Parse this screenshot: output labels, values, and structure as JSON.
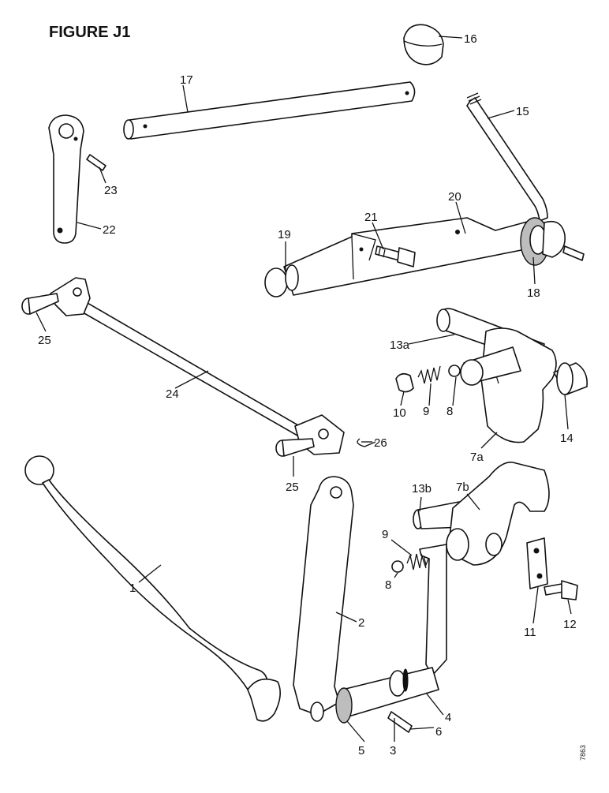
{
  "figure": {
    "title": "FIGURE J1",
    "code": "7863",
    "labels": {
      "l1": "1",
      "l2": "2",
      "l3": "3",
      "l4": "4",
      "l5": "5",
      "l6": "6",
      "l7a": "7a",
      "l7b": "7b",
      "l8a": "8",
      "l8b": "8",
      "l9a": "9",
      "l9b": "9",
      "l10": "10",
      "l11": "11",
      "l12": "12",
      "l13a": "13a",
      "l13b": "13b",
      "l14": "14",
      "l15": "15",
      "l16": "16",
      "l17": "17",
      "l18": "18",
      "l19": "19",
      "l20": "20",
      "l21": "21",
      "l22": "22",
      "l23": "23",
      "l24": "24",
      "l25a": "25",
      "l25b": "25",
      "l26": "26"
    }
  }
}
